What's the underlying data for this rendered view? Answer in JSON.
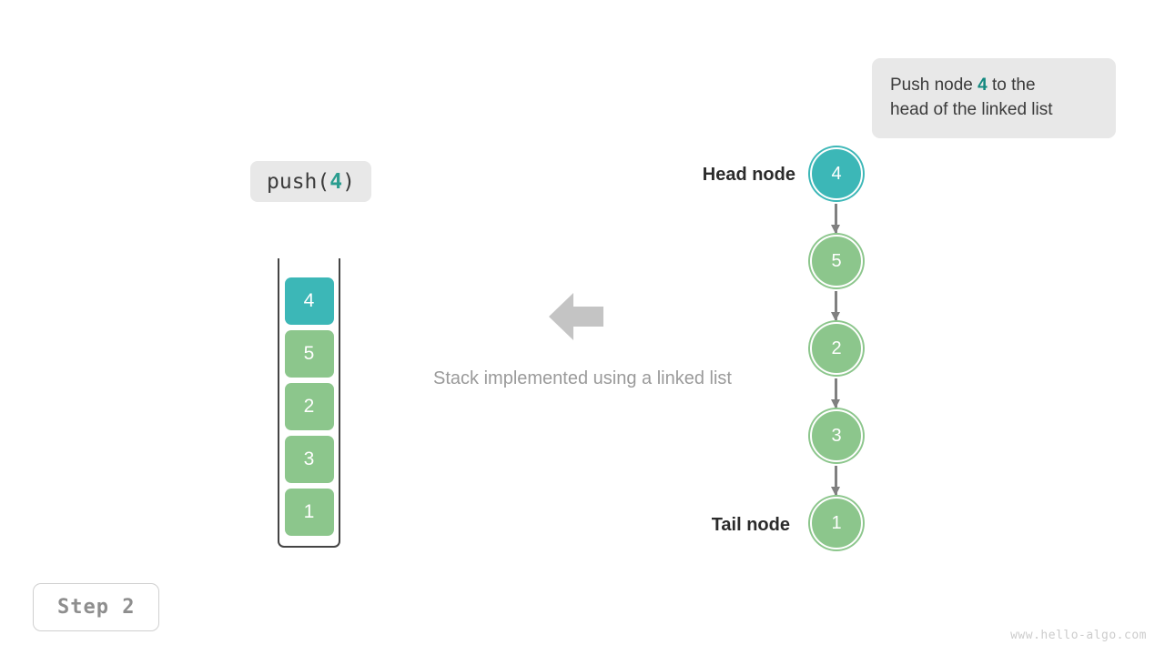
{
  "callout": {
    "text_before": "Push node ",
    "highlight": "4",
    "text_after": " to the",
    "text_line2": "head of the linked list"
  },
  "operation": {
    "prefix": "push(",
    "value": "4",
    "suffix": ")"
  },
  "stack": {
    "cells": [
      {
        "value": "4",
        "state": "highlight"
      },
      {
        "value": "5",
        "state": "normal"
      },
      {
        "value": "2",
        "state": "normal"
      },
      {
        "value": "3",
        "state": "normal"
      },
      {
        "value": "1",
        "state": "normal"
      }
    ]
  },
  "center": {
    "caption": "Stack implemented using a linked list",
    "arrow_direction": "left"
  },
  "linked_list": {
    "nodes": [
      {
        "value": "4",
        "state": "highlight"
      },
      {
        "value": "5",
        "state": "normal"
      },
      {
        "value": "2",
        "state": "normal"
      },
      {
        "value": "3",
        "state": "normal"
      },
      {
        "value": "1",
        "state": "normal"
      }
    ],
    "head_label": "Head node",
    "tail_label": "Tail node"
  },
  "step_badge": "Step 2",
  "watermark": "www.hello-algo.com",
  "colors": {
    "highlight": "#3cb7b7",
    "normal": "#8cc68c",
    "accent_text": "#12887f",
    "arrow": "#808080",
    "center_arrow": "#c4c4c4",
    "callout_bg": "#e8e8e8"
  },
  "chart_data": {
    "type": "diagram",
    "title": "Stack push operation using a linked list",
    "stack_values_top_to_bottom": [
      4,
      5,
      2,
      3,
      1
    ],
    "linked_list_head_to_tail": [
      4,
      5,
      2,
      3,
      1
    ],
    "pushed_value": 4,
    "step": 2
  }
}
